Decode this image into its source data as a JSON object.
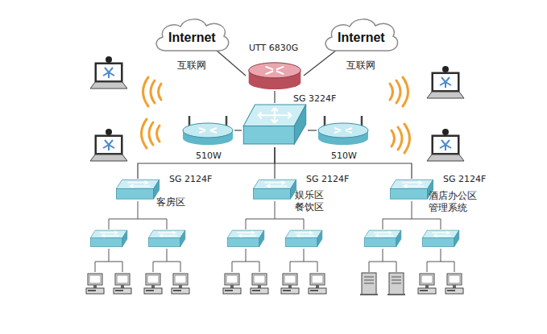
{
  "diagram": {
    "nodes": [
      {
        "text": [
          "Internet",
          "互联网"
        ]
      },
      {
        "text": [
          "Internet",
          "互联网"
        ]
      },
      {
        "text": [
          "UTT 6830G"
        ]
      },
      {
        "text": [
          "SG 3224F"
        ]
      },
      {
        "text": [
          "510W"
        ]
      },
      {
        "text": [
          "510W"
        ]
      },
      {
        "text": [
          "SG 2124F",
          "客房区"
        ]
      },
      {
        "text": [
          "SG 2124F",
          "娱乐区 餐饮区"
        ]
      },
      {
        "text": [
          "SG 2124F",
          "酒店办公区 管理系统"
        ]
      }
    ],
    "edges": [
      {
        "from": 0,
        "to": 2,
        "arrow": "none"
      },
      {
        "from": 1,
        "to": 2,
        "arrow": "none"
      },
      {
        "from": 2,
        "to": 3,
        "arrow": "none"
      },
      {
        "from": 3,
        "to": 4,
        "arrow": "none"
      },
      {
        "from": 3,
        "to": 5,
        "arrow": "none"
      },
      {
        "from": 3,
        "to": 6,
        "arrow": "none"
      },
      {
        "from": 3,
        "to": 7,
        "arrow": "none"
      },
      {
        "from": 3,
        "to": 8,
        "arrow": "none"
      }
    ]
  }
}
